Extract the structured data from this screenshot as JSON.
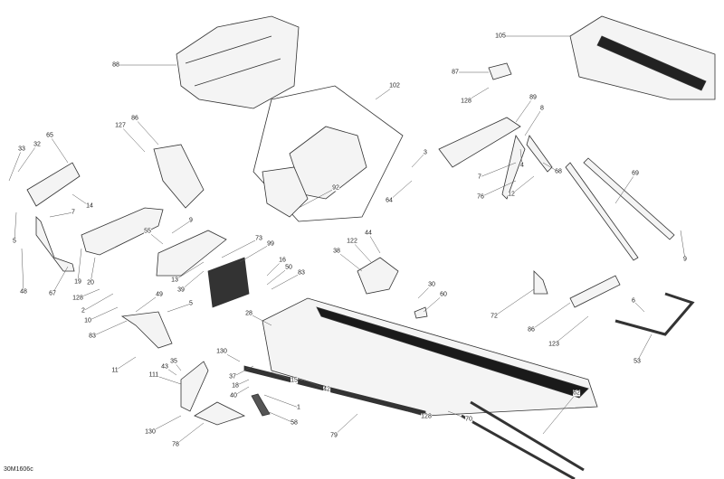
{
  "diagram_code": "30M1606c",
  "callouts": [
    "88",
    "105",
    "87",
    "128",
    "89",
    "8",
    "102",
    "127",
    "86",
    "65",
    "33",
    "32",
    "3",
    "7",
    "4",
    "68",
    "76",
    "12",
    "69",
    "64",
    "92",
    "14",
    "7",
    "5",
    "9",
    "55",
    "73",
    "99",
    "38",
    "122",
    "44",
    "9",
    "16",
    "50",
    "83",
    "19",
    "20",
    "48",
    "67",
    "13",
    "39",
    "128",
    "30",
    "60",
    "6",
    "2",
    "49",
    "10",
    "5",
    "72",
    "86",
    "123",
    "83",
    "28",
    "130",
    "53",
    "11",
    "35",
    "43",
    "111",
    "37",
    "15",
    "42",
    "18",
    "40",
    "1",
    "128",
    "70",
    "62",
    "130",
    "58",
    "78",
    "79"
  ],
  "colors": {
    "line": "#333333",
    "dark_fill": "#1a1a1a",
    "part_fill": "#f2f2f2"
  }
}
